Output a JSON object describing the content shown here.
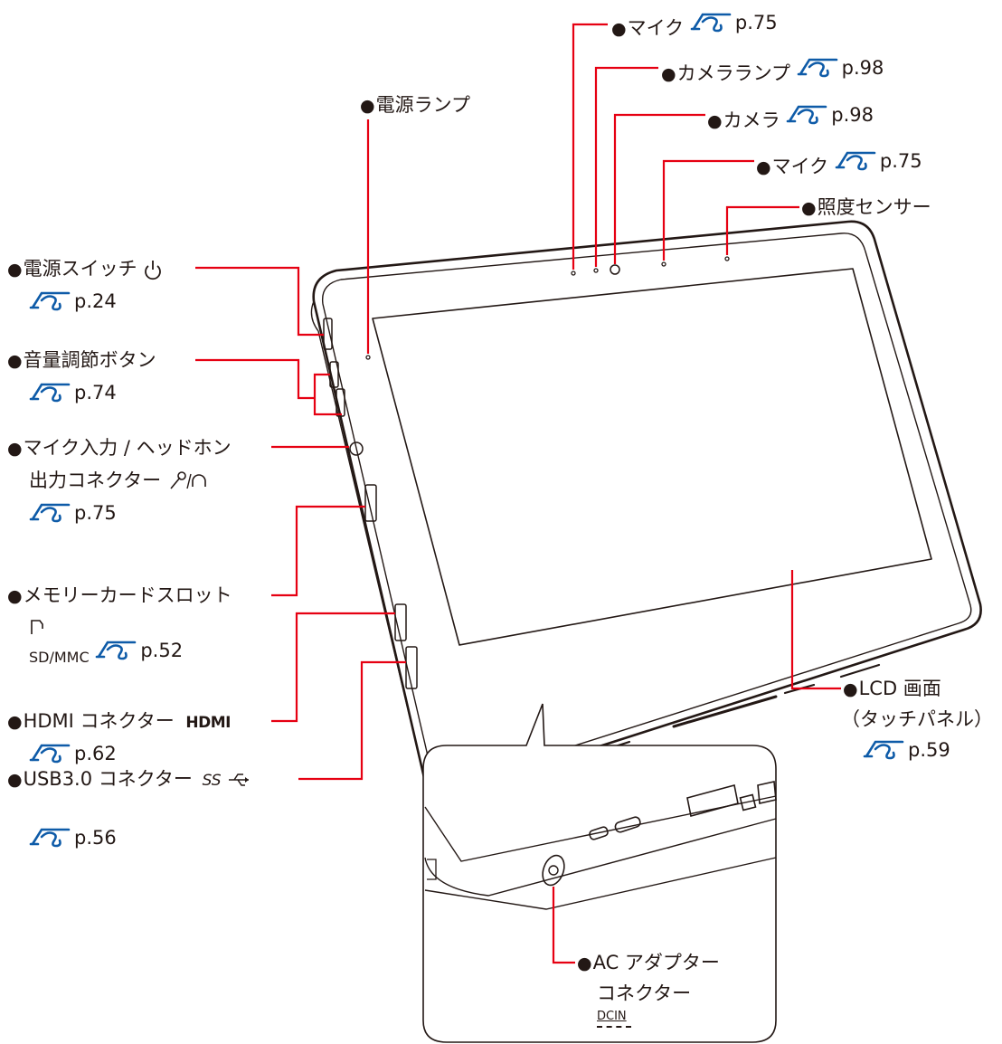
{
  "labels": {
    "mic1": "マイク",
    "mic1_ref": "p.75",
    "cam_lamp": "カメラランプ",
    "cam_lamp_ref": "p.98",
    "power_lamp": "電源ランプ",
    "camera": "カメラ",
    "camera_ref": "p.98",
    "mic2": "マイク",
    "mic2_ref": "p.75",
    "light_sensor": "照度センサー",
    "power_switch": "電源スイッチ",
    "power_switch_ref": "p.24",
    "volume": "音量調節ボタン",
    "volume_ref": "p.74",
    "mic_in_1": "マイク入力 / ヘッドホン",
    "mic_in_2": "出力コネクター",
    "mic_in_ref": "p.75",
    "card_slot": "メモリーカードスロット",
    "card_slot_sub": "SD/MMC",
    "card_slot_ref": "p.52",
    "hdmi": "HDMI コネクター",
    "hdmi_logo": "HDMI",
    "hdmi_ref": "p.62",
    "usb": "USB3.0 コネクター",
    "usb_logo": "SS",
    "usb_ref": "p.56",
    "lcd_1": "LCD 画面",
    "lcd_2": "（タッチパネル）",
    "lcd_ref": "p.59",
    "ac_1": "AC アダプター",
    "ac_2": "コネクター",
    "ac_dcin": "DCIN"
  },
  "colors": {
    "leader": "#e60012",
    "ref_icon": "#0e5ba8",
    "outline": "#231815"
  },
  "icons": {
    "bullet": "●",
    "reference": "pointing-hand-icon"
  }
}
